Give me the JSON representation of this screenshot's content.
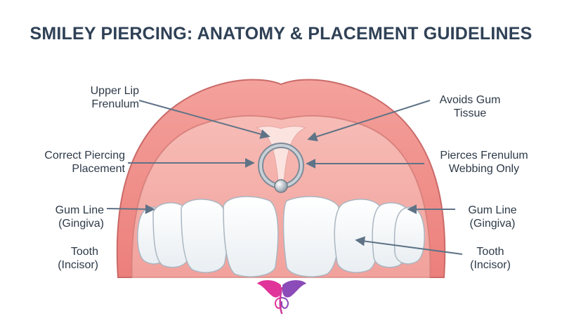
{
  "title": "SMILEY PIERCING: ANATOMY & PLACEMENT GUIDELINES",
  "labels": {
    "upper_lip_frenulum": "Upper Lip\nFrenulum",
    "correct_placement": "Correct Piercing\nPlacement",
    "gum_line_left": "Gum Line\n(Gingiva)",
    "tooth_left": "Tooth\n(Incisor)",
    "avoids_gum_tissue": "Avoids Gum\nTissue",
    "pierces_frenulum": "Pierces Frenulum\nWebbing Only",
    "gum_line_right": "Gum Line\n(Gingiva)",
    "tooth_right": "Tooth\n(Incisor)"
  },
  "colors": {
    "title": "#2f4156",
    "lip": "#f08e8a",
    "lip_outline": "#c96a68",
    "gum": "#f6b0aa",
    "tooth": "#ffffff",
    "arrow": "#5f7387",
    "ring": "#a9b4bf",
    "logo_pink": "#e0349a",
    "logo_purple": "#8b4bb8"
  },
  "icons": {
    "logo": "butterfly-logo-icon"
  }
}
